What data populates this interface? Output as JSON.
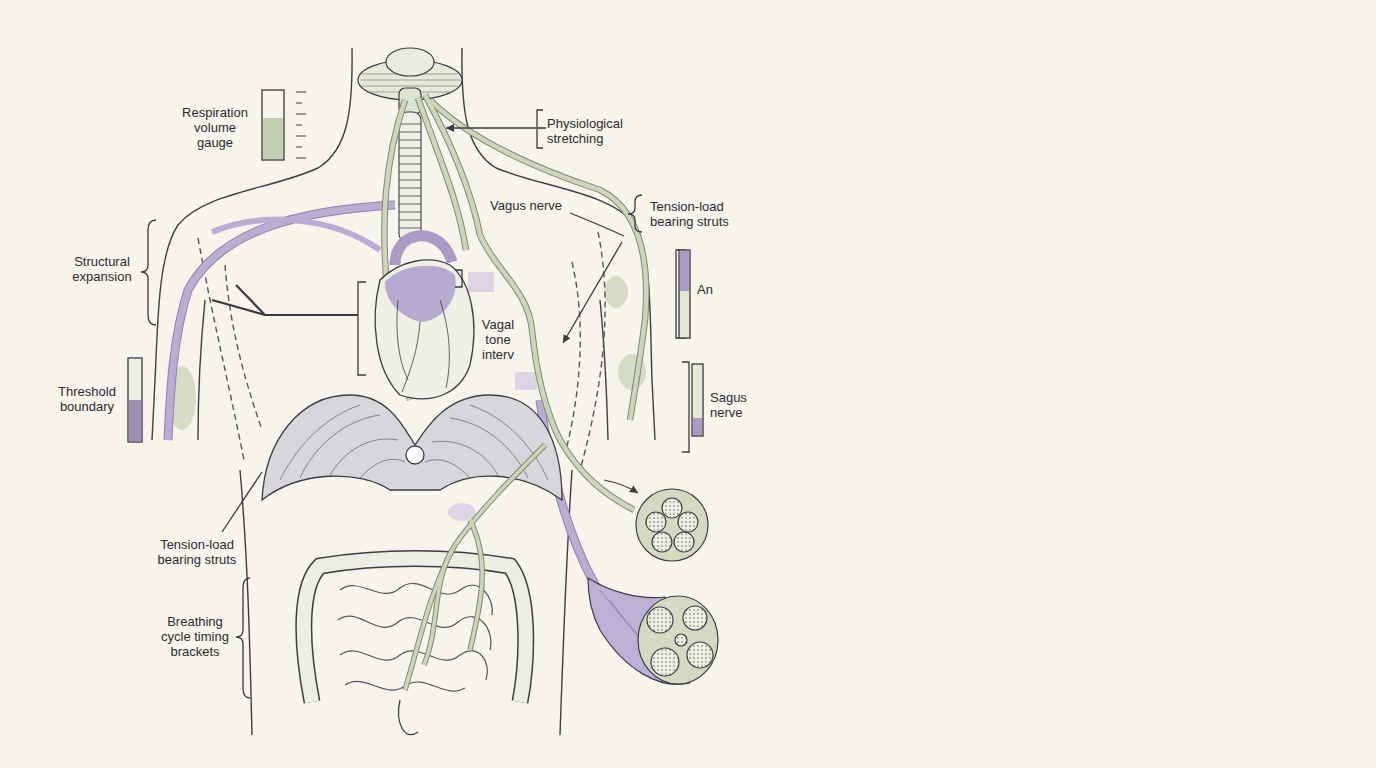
{
  "diagram": {
    "labels": [
      "Respiration volume gauge",
      "Physiological stretching",
      "Vagus nerve",
      "Tension-load bearing struts",
      "Structural expansion",
      "An",
      "Vagal tone interv",
      "Threshold boundary",
      "Sagus nerve",
      "Tension-load bearing struts",
      "Breathing cycle timing brackets"
    ]
  }
}
